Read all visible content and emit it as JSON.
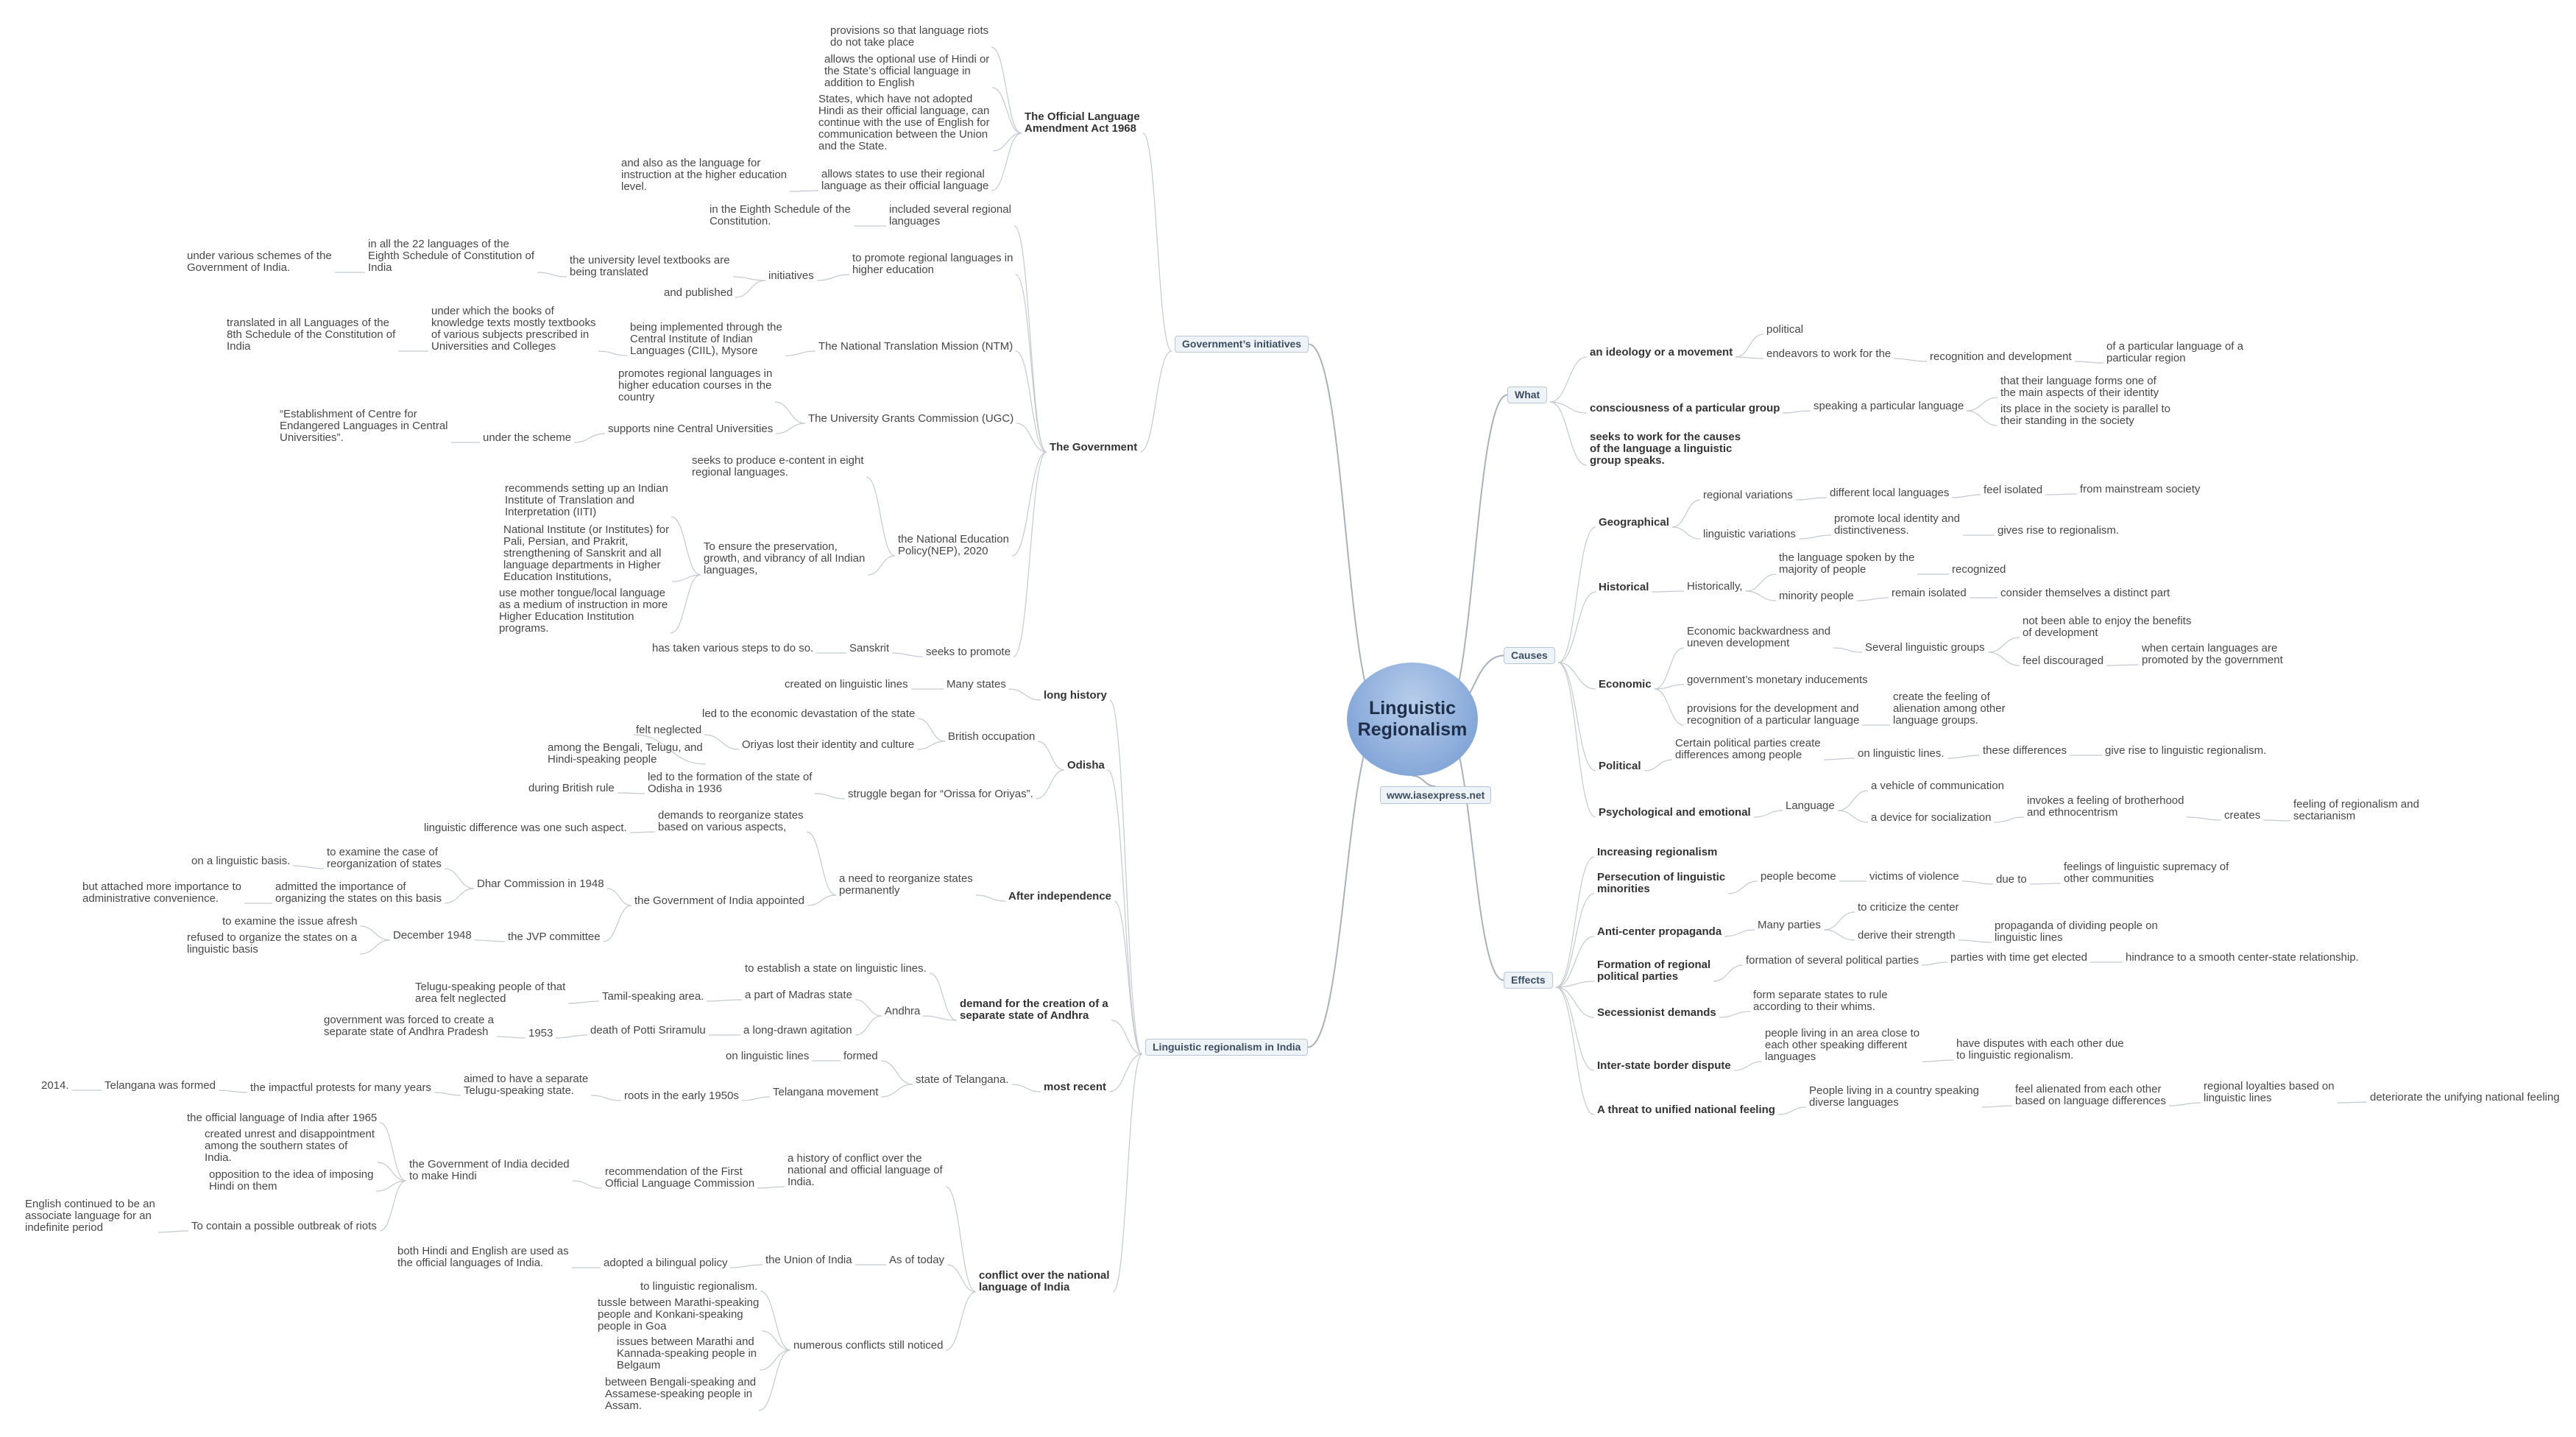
{
  "central_topic": "Linguistic\nRegionalism",
  "website": "www.iasexpress.net",
  "branches": {
    "what": "What",
    "causes": "Causes",
    "effects": "Effects",
    "gov": "Government’s initiatives",
    "lri": "Linguistic regionalism in India"
  },
  "what": {
    "ideology": "an ideology or a movement",
    "political": "political",
    "endeavors": "endeavors to work for the",
    "recognition": "recognition and development",
    "of_language": "of a particular language of a\nparticular region",
    "consciousness": "consciousness of a particular group",
    "speaking": "speaking a particular language",
    "that_their": "that their language forms one of\nthe main aspects of their identity",
    "its_place": "its place in the society is parallel to\ntheir standing in the society",
    "seeks": "seeks to work for the causes\nof the language a linguistic\ngroup speaks."
  },
  "causes": {
    "geographical": "Geographical",
    "regional_variations": "regional variations",
    "different_local": "different local languages",
    "feel_isolated": "feel isolated",
    "from_mainstream": "from mainstream society",
    "linguistic_variations": "linguistic variations",
    "promote_local": "promote local identity and\ndistinctiveness.",
    "gives_rise": "gives rise to regionalism.",
    "historical": "Historical",
    "historically": "Historically,",
    "the_language_spoken": "the language spoken by the\nmajority of people",
    "recognized": "recognized",
    "minority_people": "minority people",
    "remain_isolated": "remain isolated",
    "consider_distinct": "consider themselves a distinct part",
    "economic": "Economic",
    "econ_backwardness": "Economic backwardness and\nuneven development",
    "several_groups": "Several linguistic groups",
    "not_been_able": "not been able to enjoy the benefits\nof development",
    "feel_discouraged": "feel discouraged",
    "when_certain": "when certain languages are\npromoted by the government",
    "gov_monetary": "government’s monetary inducements",
    "provisions_dev": "provisions for the development and\nrecognition of a particular language",
    "create_feeling": "create the feeling of\nalienation among other\nlanguage groups.",
    "political": "Political",
    "certain_parties": "Certain political parties create\ndifferences among people",
    "on_linguistic_lines": "on linguistic lines.",
    "these_differences": "these differences",
    "give_rise": "give rise to linguistic regionalism.",
    "psychological": "Psychological and emotional",
    "language": "Language",
    "vehicle": "a vehicle of communication",
    "device": "a device for socialization",
    "invokes": "invokes a feeling of brotherhood\nand ethnocentrism",
    "creates": "creates",
    "feeling_regionalism": "feeling of regionalism and\nsectarianism"
  },
  "effects": {
    "increasing": "Increasing regionalism",
    "persecution": "Persecution of linguistic\nminorities",
    "people_become": "people become",
    "victims": "victims of violence",
    "due_to": "due to",
    "feelings_supremacy": "feelings of linguistic supremacy of\nother communities",
    "anti_center": "Anti-center propaganda",
    "many_parties": "Many parties",
    "to_criticize": "to criticize the center",
    "derive_strength": "derive their strength",
    "propaganda_dividing": "propaganda of dividing people on\nlinguistic lines",
    "formation": "Formation of regional\npolitical parties",
    "formation_several": "formation of several political parties",
    "parties_elected": "parties with time get elected",
    "hindrance": "hindrance to a smooth center-state relationship.",
    "secessionist": "Secessionist demands",
    "form_separate": "form separate states to rule\naccording to their whims.",
    "interstate": "Inter-state border dispute",
    "people_living_close": "people living in an area close to\neach other speaking different\nlanguages",
    "have_disputes": "have disputes with each other due\nto linguistic regionalism.",
    "threat": "A threat to unified national feeling",
    "people_living_country": "People living in a country speaking\ndiverse languages",
    "feel_alienated": "feel alienated from each other\nbased on language differences",
    "regional_loyalties": "regional loyalties based on\nlinguistic lines",
    "deteriorate": "deteriorate the unifying national feeling"
  },
  "gov": {
    "ola": "The Official Language\nAmendment Act 1968",
    "ola_provisions": "provisions so that language riots\ndo not take place",
    "ola_allows_hindi": "allows the optional use of Hindi or\nthe State’s official language in\naddition to English",
    "ola_states": "States, which have not adopted\nHindi as their official language, can\ncontinue with the use of English for\ncommunication between the Union\nand the State.",
    "ola_allows_states": "allows states to use their regional\nlanguage as their official language",
    "ola_and_also": "and also as the language for\ninstruction at the higher education\nlevel.",
    "the_government": "The Government",
    "included": "included several regional\nlanguages",
    "eighth_schedule": "in the Eighth Schedule of the\nConstitution.",
    "to_promote": "to promote regional languages in\nhigher education",
    "initiatives": "initiatives",
    "textbooks": "the university level textbooks are\nbeing translated",
    "in_all_22": "in all the 22 languages of the\nEighth Schedule of Constitution of\nIndia",
    "under_various": "under various schemes of the\nGovernment of India.",
    "and_published": "and published",
    "ntm": "The National Translation Mission (NTM)",
    "being_implemented": "being implemented through the\nCentral Institute of Indian\nLanguages (CIIL), Mysore",
    "under_which": "under which the books of\nknowledge texts mostly textbooks\nof various subjects prescribed in\nUniversities and Colleges",
    "translated_all": "translated in all Languages of the\n8th Schedule of the Constitution of\nIndia",
    "ugc": "The University Grants Commission (UGC)",
    "promotes_regional": "promotes regional languages in\nhigher education courses in the\ncountry",
    "supports_nine": "supports nine Central Universities",
    "under_scheme": "under the scheme",
    "establishment": "“Establishment of Centre for\nEndangered Languages in Central\nUniversities”.",
    "nep": "the National Education\nPolicy(NEP), 2020",
    "seeks_econtent": "seeks to produce e-content in eight\nregional languages.",
    "to_ensure": "To ensure the preservation,\ngrowth, and vibrancy of all Indian\nlanguages,",
    "recommends_iiti": "recommends setting up an Indian\nInstitute of Translation and\nInterpretation (IITI)",
    "national_institute": "National Institute (or Institutes) for\nPali, Persian, and Prakrit,\nstrengthening of Sanskrit and all\nlanguage departments in Higher\nEducation Institutions,",
    "use_mother": "use mother tongue/local language\nas a medium of instruction in more\nHigher Education Institution\nprograms.",
    "seeks_promote": "seeks to promote",
    "sanskrit": "Sanskrit",
    "has_taken": "has taken various steps to do so."
  },
  "lri": {
    "long_history": "long history",
    "many_states": "Many states",
    "created_on": "created on linguistic lines",
    "odisha": "Odisha",
    "british_occupation": "British occupation",
    "led_economic": "led to the economic devastation of the state",
    "oriyas_lost": "Oriyas lost their identity and culture",
    "felt_neglected": "felt neglected",
    "among_bengali": "among the Bengali, Telugu, and\nHindi-speaking people",
    "struggle_began": "struggle began for “Orissa for Oriyas”.",
    "led_formation": "led to the formation of the state of\nOdisha in 1936",
    "during_british": "during British rule",
    "after_independence": "After independence",
    "need_reorganize": "a need to reorganize states\npermanently",
    "demands_reorganize": "demands to reorganize states\nbased on various aspects,",
    "linguistic_difference": "linguistic difference was one such aspect.",
    "gov_appointed": "the Government of India appointed",
    "dhar_commission": "Dhar Commission in 1948",
    "to_examine_case": "to examine the case of\nreorganization of states",
    "on_linguistic_basis": "on a linguistic basis.",
    "admitted": "admitted the importance of\norganizing the states on this basis",
    "but_attached": "but attached more importance to\nadministrative convenience.",
    "jvp_committee": "the JVP committee",
    "december_1948": "December 1948",
    "to_examine_afresh": "to examine the issue afresh",
    "refused": "refused to organize the states on a\nlinguistic basis",
    "andhra_demand": "demand for the creation of a\nseparate state of Andhra",
    "to_establish": "to establish  a state on linguistic lines.",
    "andhra": "Andhra",
    "part_madras": "a part of Madras state",
    "tamil_speaking": "Tamil-speaking area.",
    "telugu_people": "Telugu-speaking people of that\narea felt neglected",
    "long_agitation": "a long-drawn agitation",
    "death_potti": "death of Potti Sriramulu",
    "year_1953": "1953",
    "gov_forced": "government was forced to create a\nseparate state of Andhra Pradesh",
    "most_recent": "most recent",
    "state_telangana": "state of Telangana.",
    "formed": "formed",
    "on_ling_lines": "on linguistic lines",
    "telangana_movement": "Telangana movement",
    "roots_1950s": "roots in the early 1950s",
    "aimed_separate": "aimed to have a separate\nTelugu-speaking state.",
    "impactful_protests": "the impactful protests for many years",
    "telangana_formed": "Telangana was formed",
    "year_2014": "2014.",
    "conflict": "conflict over the national\nlanguage of India",
    "history_conflict": "a history of conflict over the\nnational and official language of\nIndia.",
    "recommendation": "recommendation of the First\nOfficial Language Commission",
    "gov_decided": "the Government of India decided\nto make Hindi",
    "official_1965": "the official language of India after 1965",
    "created_unrest": "created unrest and disappointment\namong the southern states of\nIndia.",
    "opposition": "opposition to the idea of imposing\nHindi on them",
    "to_contain": "To contain a possible outbreak of riots",
    "english_continued": "English continued to be an\nassociate language for an\nindefinite period",
    "as_of_today": "As of today",
    "union_of_india": "the Union of India",
    "adopted_bilingual": "adopted a bilingual policy",
    "both_hindi": "both Hindi and English are used as\nthe official languages of India.",
    "numerous_conflicts": "numerous conflicts still noticed",
    "to_linguistic": "to linguistic regionalism.",
    "tussle": "tussle between Marathi-speaking\npeople and Konkani-speaking\npeople in Goa",
    "issues_marathi": "issues between Marathi and\nKannada-speaking people in\nBelgaum",
    "between_bengali": "between Bengali-speaking and\nAssamese-speaking people in\nAssam."
  }
}
